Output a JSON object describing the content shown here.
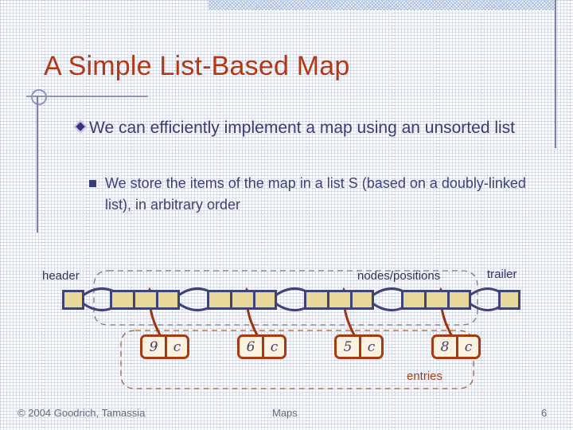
{
  "slide": {
    "title": "A Simple List-Based Map",
    "title_color": "#b5360f",
    "body_color": "#373b6e"
  },
  "bullets": [
    {
      "level": 1,
      "marker": "diamond-bullet",
      "text": "We can efficiently implement a map using an unsorted list"
    },
    {
      "level": 2,
      "marker": "square-bullet",
      "text": "We store the items of the map in a list S (based on a doubly-linked list), in arbitrary order"
    }
  ],
  "diagram": {
    "labels": {
      "header": "header",
      "nodes_positions": "nodes/positions",
      "trailer": "trailer",
      "entries": "entries"
    },
    "node_fill": "#e8d89a",
    "node_border": "#3f4478",
    "entry_fill": "#fdf2df",
    "entry_border": "#a83a10",
    "link_color": "#3f4478",
    "pointer_color": "#a33208",
    "nodes": [
      {
        "name": "header",
        "cells": 1
      },
      {
        "name": "node-1",
        "cells": 3
      },
      {
        "name": "node-2",
        "cells": 3
      },
      {
        "name": "node-3",
        "cells": 3
      },
      {
        "name": "node-4",
        "cells": 3
      },
      {
        "name": "trailer",
        "cells": 1
      }
    ],
    "entries": [
      {
        "key": "9",
        "value": "c"
      },
      {
        "key": "6",
        "value": "c"
      },
      {
        "key": "5",
        "value": "c"
      },
      {
        "key": "8",
        "value": "c"
      }
    ]
  },
  "footer": {
    "copyright": "© 2004 Goodrich, Tamassia",
    "title": "Maps",
    "page": "6"
  }
}
